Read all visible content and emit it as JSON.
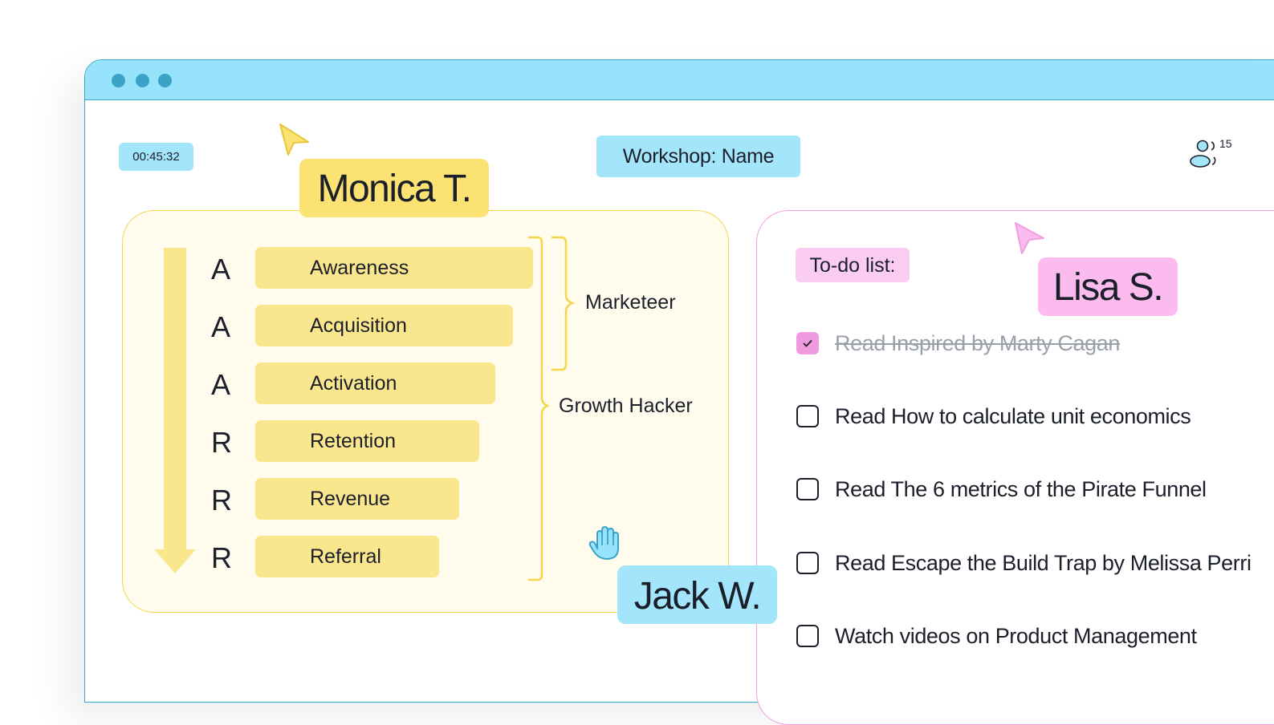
{
  "window": {
    "dots": [
      "",
      "",
      ""
    ]
  },
  "header": {
    "timer": "00:45:32",
    "title": "Workshop: Name",
    "participants_count": "15",
    "participants_icon": "users-icon"
  },
  "funnel": {
    "letters": [
      "A",
      "A",
      "A",
      "R",
      "R",
      "R"
    ],
    "stages": [
      "Awareness",
      "Acquisition",
      "Activation",
      "Retention",
      "Revenue",
      "Referral"
    ],
    "roles": {
      "upper": "Marketeer",
      "full": "Growth Hacker"
    },
    "arrow_icon": "arrow-down-icon",
    "color": "#fae68c"
  },
  "collaborators": {
    "monica": {
      "name": "Monica T.",
      "color": "#fbe273"
    },
    "lisa": {
      "name": "Lisa S.",
      "color": "#fbbbef"
    },
    "jack": {
      "name": "Jack W.",
      "color": "#a3e6fb"
    }
  },
  "todo": {
    "label": "To-do list:",
    "items": [
      {
        "text": "Read Inspired by Marty Cagan",
        "checked": true
      },
      {
        "text": "Read How to calculate unit economics",
        "checked": false
      },
      {
        "text": "Read The 6 metrics of the Pirate Funnel",
        "checked": false
      },
      {
        "text": "Read Escape the Build Trap by Melissa Perri",
        "checked": false
      },
      {
        "text": "Watch videos on Product Management",
        "checked": false
      }
    ]
  }
}
